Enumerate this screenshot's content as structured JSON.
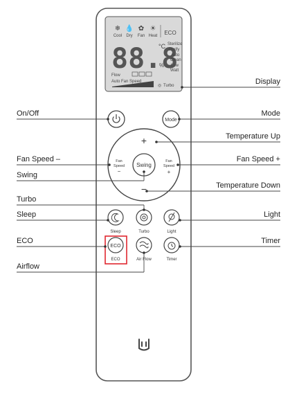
{
  "display": {
    "modes": [
      "Cool",
      "Dry",
      "Fan",
      "Heat"
    ],
    "eco": "ECO",
    "digits": "88.8",
    "degree_unit": "°C",
    "percent": "%",
    "sterilize": "Sterilize",
    "purify": "Purify",
    "auto": "Auto",
    "clean": "Clean",
    "low_watt_1": "Low",
    "low_watt_2": "Watt",
    "flow": "Flow",
    "auto_fan_speed": "Auto Fan Speed",
    "turbo": "Turbo"
  },
  "buttons": {
    "mode": "Mode",
    "fan_speed_minus_1": "Fan",
    "fan_speed_minus_2": "Speed",
    "fan_speed_minus_sign": "−",
    "swing": "Swing",
    "fan_speed_plus_1": "Fan",
    "fan_speed_plus_2": "Speed",
    "fan_speed_plus_sign": "+",
    "temp_up_sign": "+",
    "temp_down_sign": "−",
    "sleep": "Sleep",
    "turbo": "Turbo",
    "light": "Light",
    "eco": "ECO",
    "eco_caption": "ECO",
    "air_flow": "Air Flow",
    "timer": "Timer"
  },
  "callouts": {
    "display": "Display",
    "on_off": "On/Off",
    "mode": "Mode",
    "temperature_up": "Temperature Up",
    "fan_speed_minus": "Fan Speed –",
    "fan_speed_plus": "Fan Speed +",
    "swing": "Swing",
    "temperature_down": "Temperature Down",
    "turbo": "Turbo",
    "sleep": "Sleep",
    "light": "Light",
    "eco": "ECO",
    "timer": "Timer",
    "airflow": "Airflow"
  },
  "colors": {
    "lcd_bg": "#d9d9d9",
    "outline": "#444444",
    "highlight": "#e0262e"
  }
}
